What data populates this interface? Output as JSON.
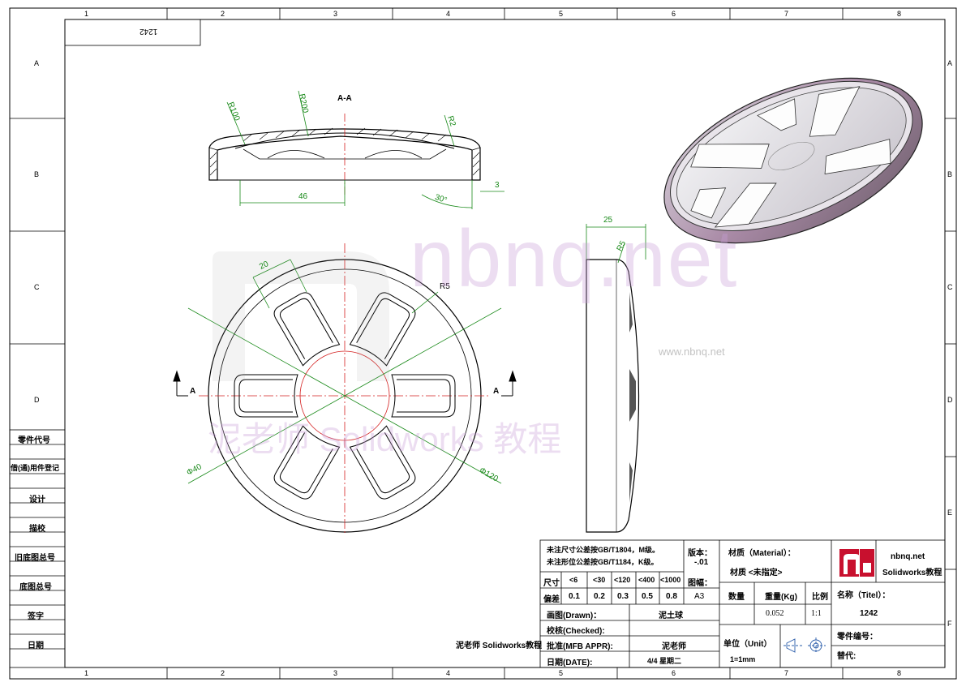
{
  "zones": {
    "columns": [
      "1",
      "2",
      "3",
      "4",
      "5",
      "6",
      "7",
      "8"
    ],
    "rows": [
      "A",
      "B",
      "C",
      "D",
      "E",
      "F"
    ]
  },
  "corner_label": "1242",
  "left_panel": {
    "part_code": "零件代号",
    "borrowed": "借(通)用件登记",
    "design": "设计",
    "trace": "描校",
    "old_base": "旧底图总号",
    "base": "底图总号",
    "sign": "签字",
    "date": "日期"
  },
  "views": {
    "section_title": "A-A",
    "section_marker": "A",
    "dims": {
      "r100": "R100",
      "r200": "R200",
      "r2": "R2",
      "d46": "46",
      "a30": "30°",
      "d3": "3",
      "d25": "25",
      "r5_side": "R5",
      "d20": "20",
      "r5_front": "R5",
      "phi40": "Φ40",
      "phi120": "Φ120"
    }
  },
  "watermark": {
    "big": "nbnq.net",
    "small": "www.nbnq.net",
    "cn": "泥老师 Solidworks 教程"
  },
  "credit": "泥老师 Solidworks教程",
  "title_block": {
    "note1": "未注尺寸公差按GB/T1804，M级。",
    "note2": "未注形位公差按GB/T1184，K级。",
    "version_label": "版本：",
    "version_value": "-.01",
    "size_label": "尺寸",
    "size_cols": [
      "<6",
      "<30",
      "<120",
      "<400",
      "<1000"
    ],
    "tol_label": "偏差",
    "tol_vals": [
      "0.1",
      "0.2",
      "0.3",
      "0.5",
      "0.8"
    ],
    "sheet_label": "图幅：",
    "sheet_value": "A3",
    "material_label": "材质（Material）：",
    "material_value": "材质 <未指定>",
    "qty_label": "数量",
    "weight_label": "重量(Kg)",
    "scale_label": "比例",
    "weight_value": "0.052",
    "scale_value": "1:1",
    "drawn_label": "画图(Drawn)：",
    "drawn_value": "泥土球",
    "checked_label": "校核(Checked):",
    "approved_label": "批准(MFB APPR):",
    "approved_value": "泥老师",
    "date_label": "日期(DATE):",
    "date_value": "4/4  星期二",
    "unit_label": "单位（Unit）",
    "unit_value": "1=1mm",
    "brand_url": "nbnq.net",
    "brand_sub": "Solidworks教程",
    "name_label": "名称（Titel）：",
    "name_value": "1242",
    "part_no_label": "零件编号：",
    "replace_label": "替代:"
  },
  "colors": {
    "dimension": "#1a8a1a",
    "centerline": "#d42020",
    "outline": "#000000",
    "logo": "#c8102e",
    "watermark": "#c9a0d8",
    "render_rim": "#a98aa6"
  }
}
